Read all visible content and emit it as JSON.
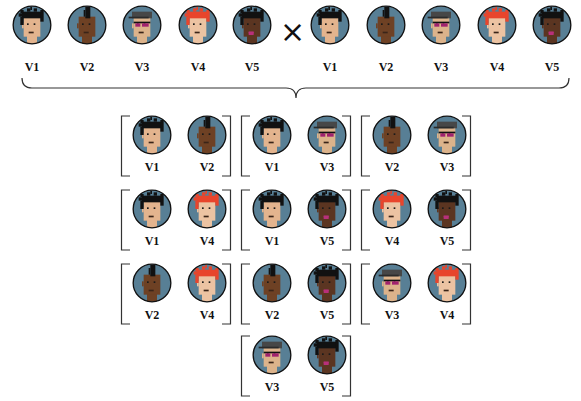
{
  "diagram": {
    "nodes": [
      {
        "text": [
          "V1"
        ]
      },
      {
        "text": [
          "V2"
        ]
      },
      {
        "text": [
          "V3"
        ]
      },
      {
        "text": [
          "V4"
        ]
      },
      {
        "text": [
          "V5"
        ]
      },
      {
        "text": [
          "V1"
        ]
      },
      {
        "text": [
          "V2"
        ]
      },
      {
        "text": [
          "V3"
        ]
      },
      {
        "text": [
          "V4"
        ]
      },
      {
        "text": [
          "V5"
        ]
      },
      {
        "text": []
      },
      {
        "text": [
          "V1"
        ],
        "in": 10
      },
      {
        "text": [
          "V2"
        ],
        "in": 10
      },
      {
        "text": []
      },
      {
        "text": [
          "V1"
        ],
        "in": 13
      },
      {
        "text": [
          "V3"
        ],
        "in": 13
      },
      {
        "text": []
      },
      {
        "text": [
          "V2"
        ],
        "in": 16
      },
      {
        "text": [
          "V3"
        ],
        "in": 16
      },
      {
        "text": []
      },
      {
        "text": [
          "V1"
        ],
        "in": 19
      },
      {
        "text": [
          "V4"
        ],
        "in": 19
      },
      {
        "text": []
      },
      {
        "text": [
          "V1"
        ],
        "in": 22
      },
      {
        "text": [
          "V5"
        ],
        "in": 22
      },
      {
        "text": []
      },
      {
        "text": [
          "V4"
        ],
        "in": 25
      },
      {
        "text": [
          "V5"
        ],
        "in": 25
      },
      {
        "text": []
      },
      {
        "text": [
          "V2"
        ],
        "in": 28
      },
      {
        "text": [
          "V4"
        ],
        "in": 28
      },
      {
        "text": []
      },
      {
        "text": [
          "V2"
        ],
        "in": 31
      },
      {
        "text": [
          "V5"
        ],
        "in": 31
      },
      {
        "text": []
      },
      {
        "text": [
          "V3"
        ],
        "in": 34
      },
      {
        "text": [
          "V4"
        ],
        "in": 34
      },
      {
        "text": []
      },
      {
        "text": [
          "V3"
        ],
        "in": 37
      },
      {
        "text": [
          "V5"
        ],
        "in": 37
      }
    ],
    "labels": [
      "×"
    ]
  }
}
